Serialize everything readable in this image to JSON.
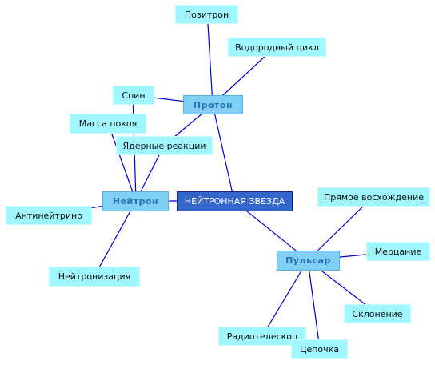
{
  "root": {
    "label": "НЕЙТРОННАЯ ЗВЕЗДА"
  },
  "hubs": {
    "proton": "Протон",
    "neutron": "Нейтрон",
    "pulsar": "Пульсар"
  },
  "leaves": {
    "positron": "Позитрон",
    "hydrogen_cycle": "Водородный цикл",
    "spin": "Спин",
    "rest_mass": "Масса покоя",
    "nuclear_reactions": "Ядерные реакции",
    "antineutrino": "Антинейтрино",
    "neutronization": "Нейтронизация",
    "right_ascension": "Прямое восхождение",
    "scintillation": "Мерцание",
    "declination": "Склонение",
    "radio_telescope": "Радиотелескоп",
    "chain": "Цепочка"
  },
  "colors": {
    "edge": "#0000cc",
    "leaf_fill": "#9ff6ff",
    "hub_fill": "#7fd0f5",
    "root_fill": "#3366cc"
  }
}
